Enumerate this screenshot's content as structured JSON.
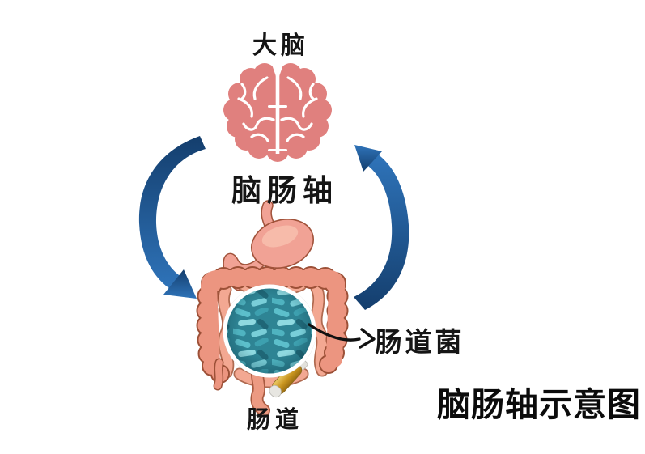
{
  "diagram": {
    "title": "脑肠轴示意图",
    "labels": {
      "brain": "大脑",
      "axis": "脑肠轴",
      "gut": "肠道",
      "gut_bacteria": "肠道菌"
    },
    "icons": {
      "brain_illustration": "brain-top-view",
      "digestive_illustration": "stomach-and-intestines",
      "magnifier": "magnifying-glass-over-gut-bacteria",
      "cycle_left": "curved-arrow-down",
      "cycle_right": "curved-arrow-up",
      "pointer": "hand-drawn-arrow"
    },
    "colors": {
      "background": "#ffffff",
      "brain": "#e0807e",
      "brain_lines": "#ffffff",
      "arrow_dark": "#143e6d",
      "arrow_light": "#2f74ba",
      "colon_fill": "#ec9580",
      "colon_outline": "#9c5037",
      "intestine_fill": "#f3a892",
      "intestine_outline": "#b06a50",
      "stomach_fill": "#f1a295",
      "stomach_outline": "#a0523a",
      "stomach_highlight": "#f8c3b2",
      "bacteria_bg": "#2e8494",
      "bacteria_rod_light": "#5cbfcb",
      "bacteria_rod_pale": "#8fd9e0",
      "bacteria_rod_dark": "#1f6676",
      "ring": "#ffffff",
      "handle_gold": "#c8941f",
      "label_text": "#151515",
      "title_text": "#0b0b0b",
      "pointer_black": "#111111"
    }
  }
}
